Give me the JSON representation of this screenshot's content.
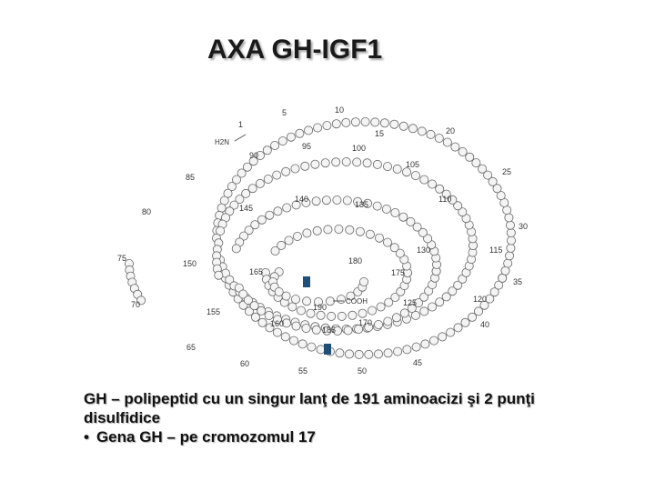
{
  "title": "AXA GH-IGF1",
  "diagram": {
    "labels": {
      "n_terminus": "H2N",
      "c_terminus": "COOH"
    },
    "position_numbers": [
      "1",
      "5",
      "10",
      "15",
      "20",
      "25",
      "30",
      "35",
      "40",
      "45",
      "50",
      "55",
      "60",
      "65",
      "70",
      "75",
      "80",
      "85",
      "90",
      "95",
      "100",
      "105",
      "110",
      "115",
      "120",
      "125",
      "130",
      "135",
      "140",
      "145",
      "150",
      "155",
      "160",
      "165",
      "170",
      "175",
      "180",
      "185",
      "190"
    ],
    "disulfide_color": "#1f4e79"
  },
  "caption": {
    "line1": "GH – polipeptid cu un singur lanţ de 191 aminoacizi şi 2 punţi disulfidice",
    "bullet": "•",
    "line2": "Gena GH – pe cromozomul 17"
  }
}
